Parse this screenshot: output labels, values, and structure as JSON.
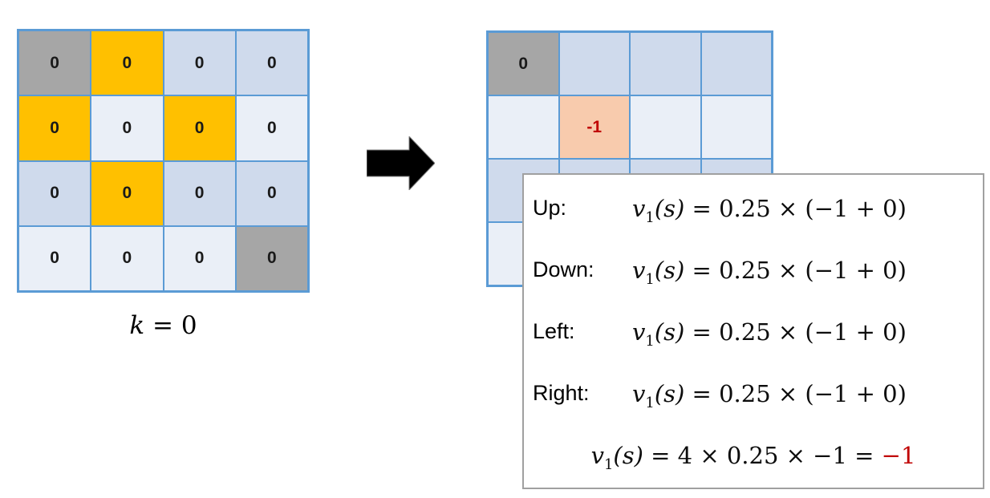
{
  "colors": {
    "border_blue": "#5B9BD5",
    "row_dark": "#CFDAEC",
    "row_light": "#EAEFF7",
    "cell_gray": "#A6A6A6",
    "cell_orange": "#FFC000",
    "cell_peach": "#F8CBAD",
    "text_red": "#C00000",
    "box_border": "#A0A0A0",
    "arrow_fill": "#000000"
  },
  "left_grid": {
    "caption": {
      "var": "k",
      "rest": " = 0"
    },
    "rows": [
      [
        {
          "v": "0",
          "bg": "gray"
        },
        {
          "v": "0",
          "bg": "orange"
        },
        {
          "v": "0",
          "bg": "dark"
        },
        {
          "v": "0",
          "bg": "dark"
        }
      ],
      [
        {
          "v": "0",
          "bg": "orange"
        },
        {
          "v": "0",
          "bg": "light"
        },
        {
          "v": "0",
          "bg": "orange"
        },
        {
          "v": "0",
          "bg": "light"
        }
      ],
      [
        {
          "v": "0",
          "bg": "dark"
        },
        {
          "v": "0",
          "bg": "orange"
        },
        {
          "v": "0",
          "bg": "dark"
        },
        {
          "v": "0",
          "bg": "dark"
        }
      ],
      [
        {
          "v": "0",
          "bg": "light"
        },
        {
          "v": "0",
          "bg": "light"
        },
        {
          "v": "0",
          "bg": "light"
        },
        {
          "v": "0",
          "bg": "gray"
        }
      ]
    ]
  },
  "right_grid": {
    "rows": [
      [
        {
          "v": "0",
          "bg": "gray"
        },
        {
          "v": "",
          "bg": "dark"
        },
        {
          "v": "",
          "bg": "dark"
        },
        {
          "v": "",
          "bg": "dark"
        }
      ],
      [
        {
          "v": "",
          "bg": "light"
        },
        {
          "v": "-1",
          "bg": "peach",
          "fg": "red"
        },
        {
          "v": "",
          "bg": "light"
        },
        {
          "v": "",
          "bg": "light"
        }
      ],
      [
        {
          "v": "",
          "bg": "dark"
        },
        {
          "v": "",
          "bg": "dark"
        },
        {
          "v": "",
          "bg": "dark"
        },
        {
          "v": "",
          "bg": "dark"
        }
      ],
      [
        {
          "v": "",
          "bg": "light"
        },
        {
          "v": "",
          "bg": "light"
        },
        {
          "v": "",
          "bg": "light"
        },
        {
          "v": "",
          "bg": "light"
        }
      ]
    ]
  },
  "formula_box": {
    "lines": [
      {
        "label": "Up:",
        "math": {
          "v": "v",
          "sub": "1",
          "arg": "(s)",
          "rest": " = 0.25 × (−1 + 0)"
        }
      },
      {
        "label": "Down:",
        "math": {
          "v": "v",
          "sub": "1",
          "arg": "(s)",
          "rest": " = 0.25 × (−1 + 0)"
        }
      },
      {
        "label": "Left:",
        "math": {
          "v": "v",
          "sub": "1",
          "arg": "(s)",
          "rest": " = 0.25 × (−1 + 0)"
        }
      },
      {
        "label": "Right:",
        "math": {
          "v": "v",
          "sub": "1",
          "arg": "(s)",
          "rest": " = 0.25 × (−1 + 0)"
        }
      }
    ],
    "final": {
      "v": "v",
      "sub": "1",
      "arg": "(s)",
      "body": " = 4 × 0.25 × −1 = ",
      "result": "−1"
    }
  }
}
